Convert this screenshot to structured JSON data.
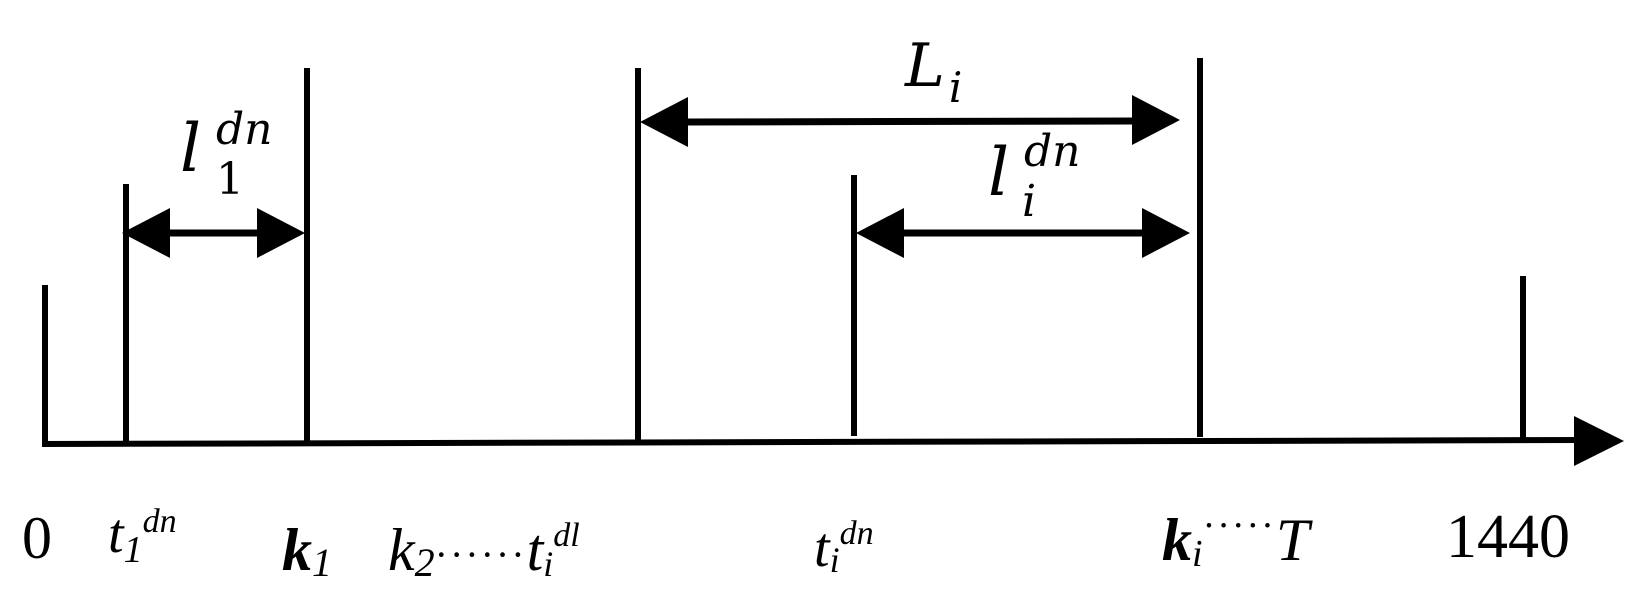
{
  "axis": {
    "tick_labels": {
      "origin": "0",
      "t1_base": "t",
      "t1_index": "1",
      "t1_sup": "dn",
      "k1_base": "k",
      "k1_index": "1",
      "k2_base": "k",
      "k2_index": "2",
      "dots_a": "······",
      "ti_dl_base": "t",
      "ti_dl_index": "i",
      "ti_dl_sup": "dl",
      "ti_dn_base": "t",
      "ti_dn_index": "i",
      "ti_dn_sup": "dn",
      "ki_base": "k",
      "ki_index": "i",
      "dots_b": "·····",
      "T": "T",
      "end": "1440"
    }
  },
  "intervals": {
    "L_i": {
      "base": "L",
      "index": "i"
    },
    "l_1_dn": {
      "base": "l",
      "index": "1",
      "sup": "dn"
    },
    "l_i_dn": {
      "base": "l",
      "index": "i",
      "sup": "dn"
    }
  },
  "colors": {
    "ink": "#000000",
    "background": "#ffffff"
  }
}
